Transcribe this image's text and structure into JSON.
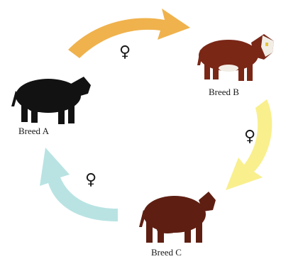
{
  "breeds": [
    {
      "id": "a",
      "label": "Breed A",
      "coat_color": "#121212",
      "face_color": "#121212"
    },
    {
      "id": "b",
      "label": "Breed B",
      "coat_color": "#7a2716",
      "face_color": "#f2eee6"
    },
    {
      "id": "c",
      "label": "Breed C",
      "coat_color": "#5e1f12",
      "face_color": "#5e1f12"
    }
  ],
  "cycle_arrows": [
    {
      "from": "Breed A",
      "to": "Breed B",
      "color": "#f0b24d",
      "marker_icon": "female-symbol",
      "marker_text": "♀"
    },
    {
      "from": "Breed B",
      "to": "Breed C",
      "color": "#f9ef8d",
      "marker_icon": "female-symbol",
      "marker_text": "♀"
    },
    {
      "from": "Breed C",
      "to": "Breed A",
      "color": "#b9e3e3",
      "marker_icon": "female-symbol",
      "marker_text": "♀"
    }
  ]
}
